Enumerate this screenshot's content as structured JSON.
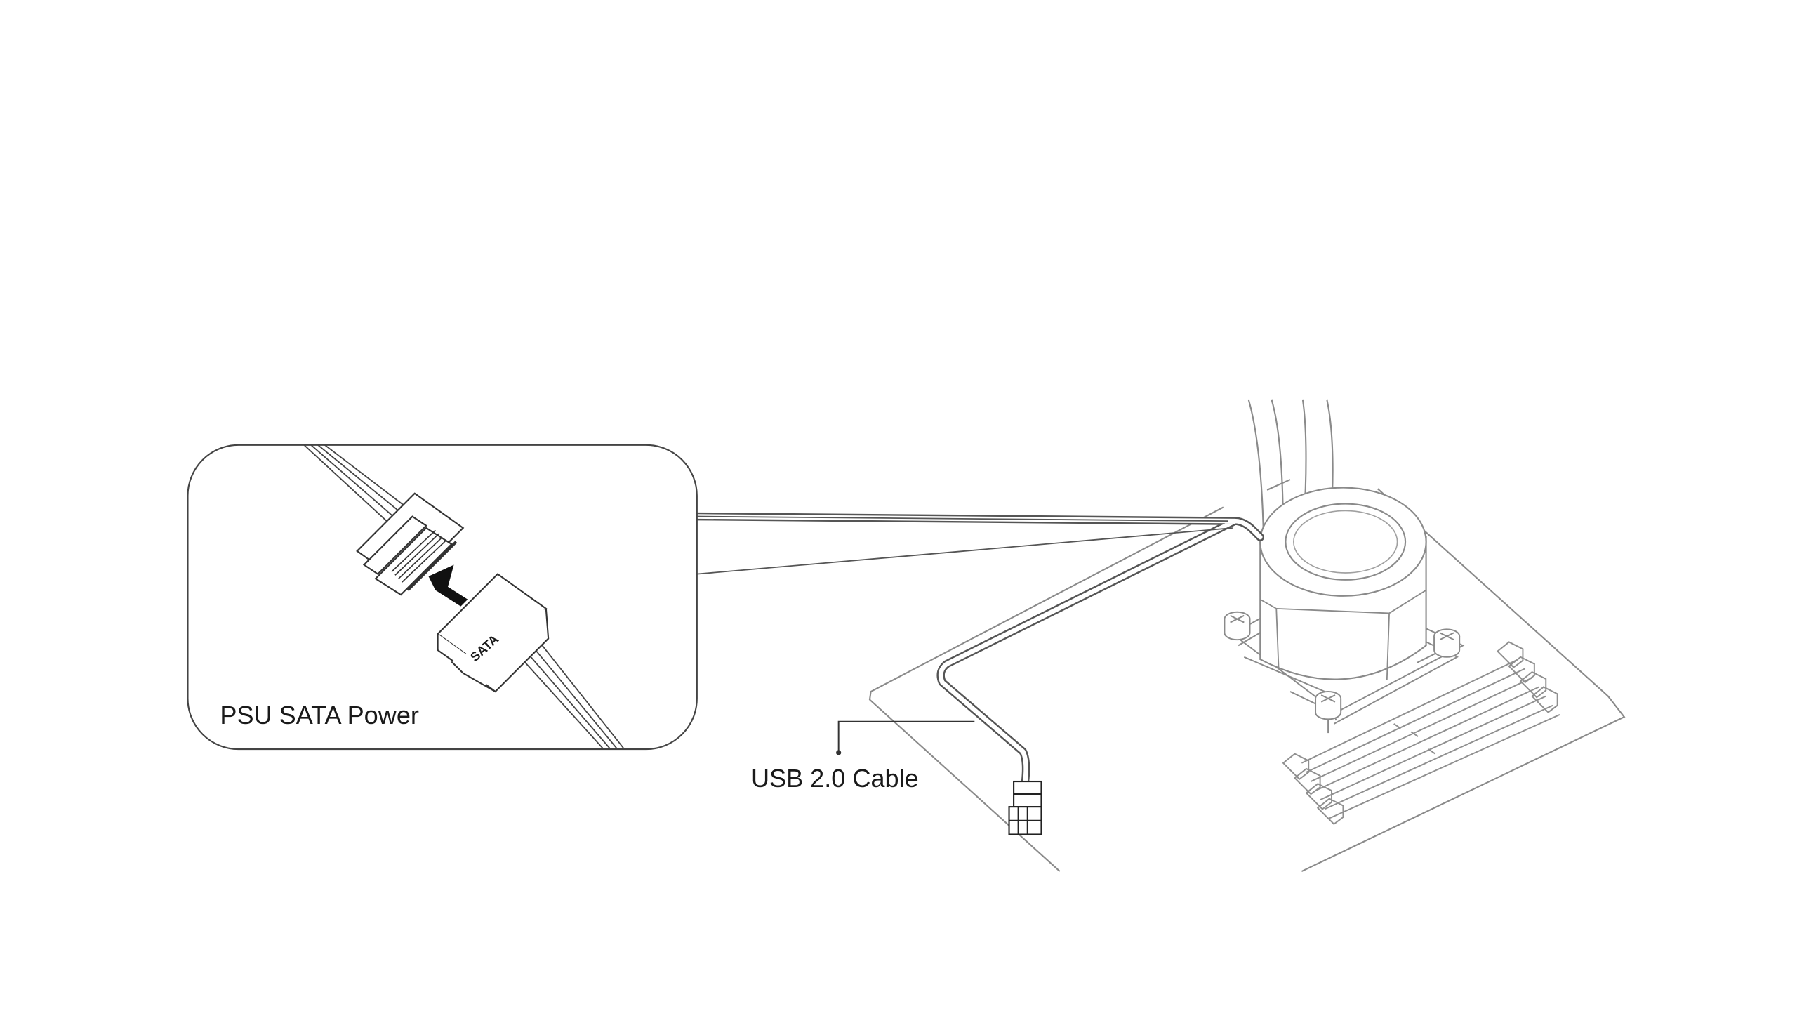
{
  "callout": {
    "label": "PSU SATA Power",
    "connector_label": "SATA"
  },
  "main": {
    "cable_label": "USB 2.0 Cable"
  }
}
